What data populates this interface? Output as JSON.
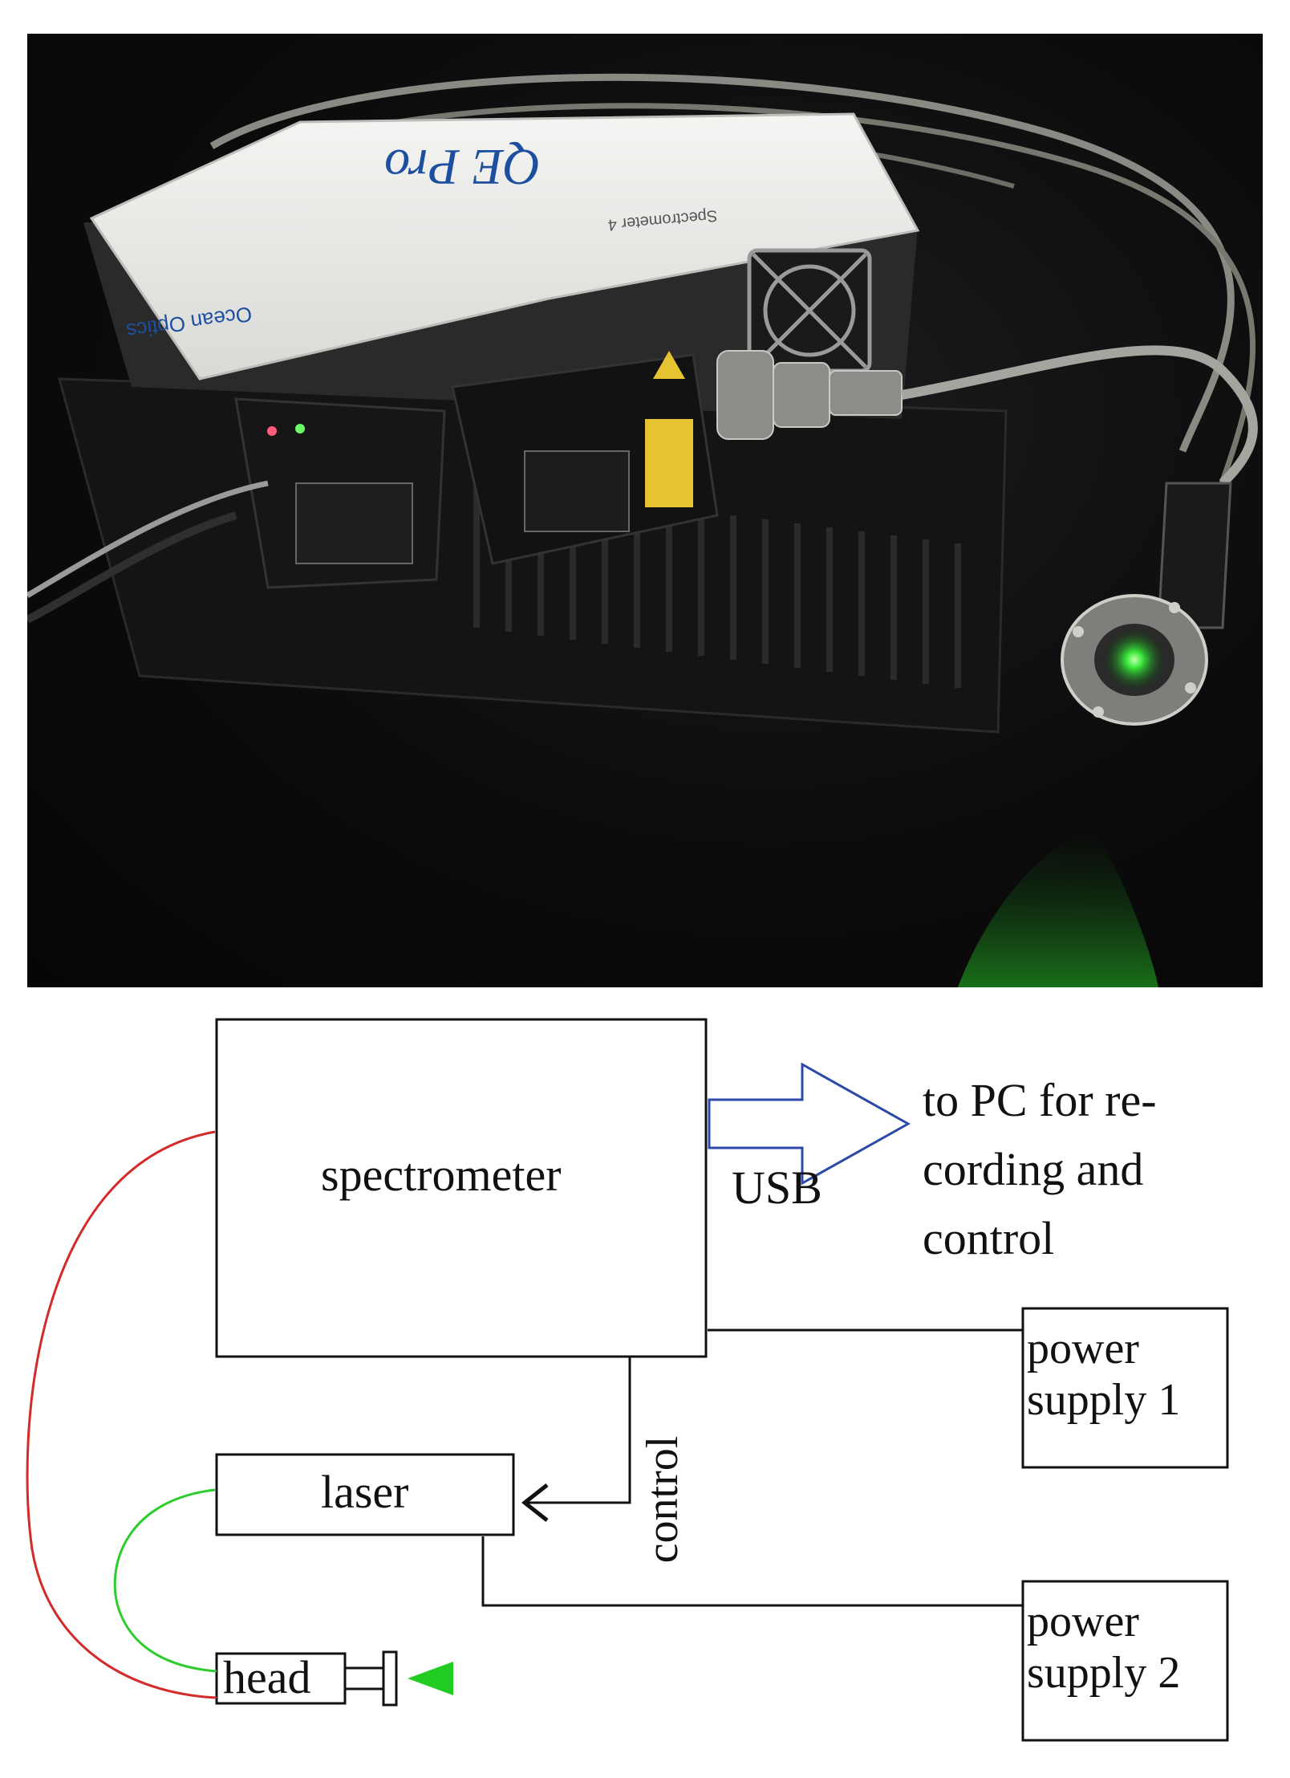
{
  "photo": {
    "device_brand": "Ocean Optics",
    "device_model": "QE Pro",
    "device_sublabel": "Spectrometer 4"
  },
  "diagram": {
    "spectrometer_label": "spectrometer",
    "usb_label": "USB",
    "pc_label_lines": [
      "to PC for re-",
      "cording and",
      "control"
    ],
    "laser_label": "laser",
    "head_label": "head",
    "control_label": "control",
    "power_supply_1_lines": [
      "power",
      "supply 1"
    ],
    "power_supply_2_lines": [
      "power",
      "supply 2"
    ],
    "colors": {
      "fiber_red": "#d42a2a",
      "fiber_green": "#2ecc2e",
      "usb_arrow": "#2b4aa8",
      "beam_green": "#22cc22",
      "line": "#111111"
    }
  }
}
